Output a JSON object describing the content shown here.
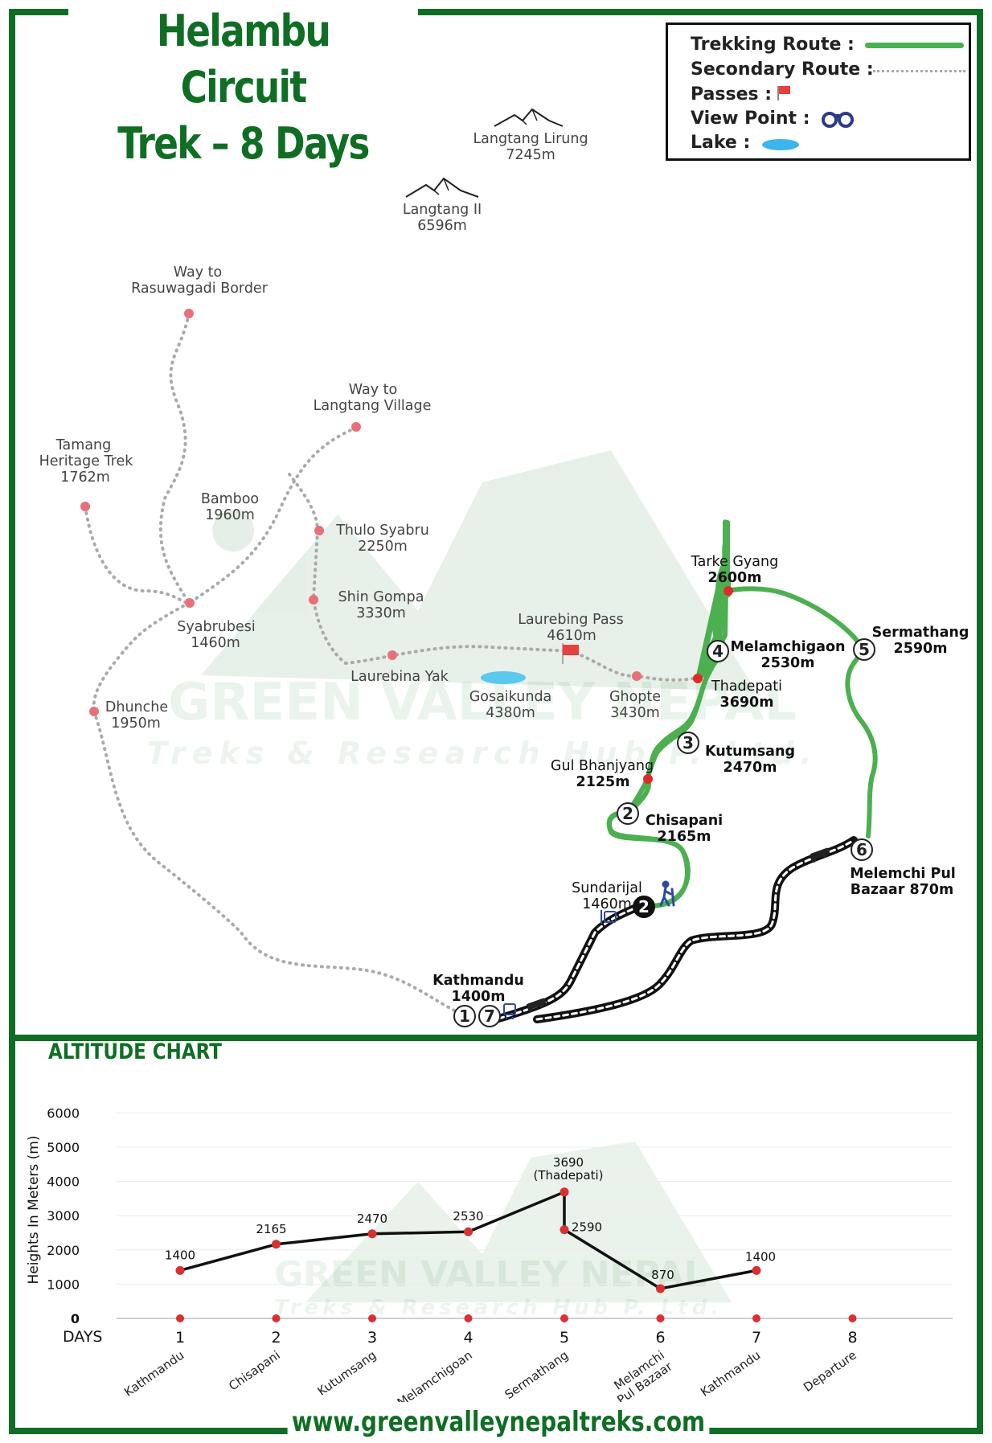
{
  "title": {
    "line1": "Helambu Circuit",
    "line2": "Trek – 8 Days"
  },
  "website": "www.greenvalleynepaltreks.com",
  "legend": {
    "trekking_route": "Trekking Route :",
    "secondary_route": "Secondary Route :",
    "passes": "Passes :",
    "view_point": "View Point :",
    "lake": "Lake :"
  },
  "watermark": {
    "name": "GREEN VALLEY NEPAL",
    "tagline": "Treks & Research Hub P. Ltd."
  },
  "colors": {
    "frame": "#0f6e24",
    "trek_route": "#4caf50",
    "secondary_route": "#aaaaaa",
    "stop_marker": "#e02a2a",
    "waypoint_marker": "#e8707a",
    "lake": "#5bc8f0"
  },
  "peaks": [
    {
      "name": "Langtang Lirung",
      "elev": "7245m"
    },
    {
      "name": "Langtang II",
      "elev": "6596m"
    }
  ],
  "places": {
    "rasuwagadi": {
      "l1": "Way to",
      "l2": "Rasuwagadi Border"
    },
    "langtang_village": {
      "l1": "Way to",
      "l2": "Langtang Village"
    },
    "tamang": {
      "l1": "Tamang",
      "l2": "Heritage Trek",
      "l3": "1762m"
    },
    "bamboo": {
      "name": "Bamboo",
      "elev": "1960m"
    },
    "thulo_syabru": {
      "name": "Thulo Syabru",
      "elev": "2250m"
    },
    "shin_gompa": {
      "name": "Shin Gompa",
      "elev": "3330m"
    },
    "syabrubesi": {
      "name": "Syabrubesi",
      "elev": "1460m"
    },
    "dhunche": {
      "name": "Dhunche",
      "elev": "1950m"
    },
    "laurebina_yak": {
      "name": "Laurebina Yak"
    },
    "laurebing_pass": {
      "name": "Laurebing Pass",
      "elev": "4610m"
    },
    "gosaikunda": {
      "name": "Gosaikunda",
      "elev": "4380m"
    },
    "ghopte": {
      "name": "Ghopte",
      "elev": "3430m"
    },
    "tarke_gyang": {
      "name": "Tarke Gyang",
      "elev": "2600m"
    },
    "melamchigaon": {
      "name": "Melamchigaon",
      "elev": "2530m",
      "day": "4"
    },
    "sermathang": {
      "name": "Sermathang",
      "elev": "2590m",
      "day": "5"
    },
    "thadepati": {
      "name": "Thadepati",
      "elev": "3690m"
    },
    "kutumsang": {
      "name": "Kutumsang",
      "elev": "2470m",
      "day": "3"
    },
    "gul_bhanjyang": {
      "name": "Gul Bhanjyang",
      "elev": "2125m"
    },
    "chisapani": {
      "name": "Chisapani",
      "elev": "2165m",
      "day": "2"
    },
    "sundarijal": {
      "name": "Sundarijal",
      "elev": "1460m",
      "day": "2"
    },
    "melamchi_pul": {
      "name": "Melemchi Pul",
      "name2": "Bazaar 870m",
      "day": "6"
    },
    "kathmandu": {
      "name": "Kathmandu",
      "elev": "1400m",
      "day_start": "1",
      "day_end": "7"
    }
  },
  "chart_title": "ALTITUDE CHART",
  "chart_data": {
    "type": "line",
    "ylabel": "Heights In Meters (m)",
    "xlabel": "DAYS",
    "ylim": [
      0,
      6000
    ],
    "yticks": [
      "0",
      "1000",
      "2000",
      "3000",
      "4000",
      "5000",
      "6000"
    ],
    "grid": "horizontal",
    "days": [
      "1",
      "2",
      "3",
      "4",
      "5",
      "6",
      "7",
      "8"
    ],
    "day_places": [
      "Kathmandu",
      "Chisapani",
      "Kutumsang",
      "Melamchigoan",
      "Sermathang",
      "Melamchi Pul Bazaar",
      "Kathmandu",
      "Departure"
    ],
    "points": [
      {
        "x": 1,
        "y": 1400,
        "label": "1400"
      },
      {
        "x": 2,
        "y": 2165,
        "label": "2165"
      },
      {
        "x": 3,
        "y": 2470,
        "label": "2470"
      },
      {
        "x": 4,
        "y": 2530,
        "label": "2530"
      },
      {
        "x": 5,
        "y": 3690,
        "label": "3690",
        "note": "(Thadepati)"
      },
      {
        "x": 5,
        "y": 2590,
        "label": "2590"
      },
      {
        "x": 6,
        "y": 870,
        "label": "870"
      },
      {
        "x": 7,
        "y": 1400,
        "label": "1400"
      }
    ]
  }
}
